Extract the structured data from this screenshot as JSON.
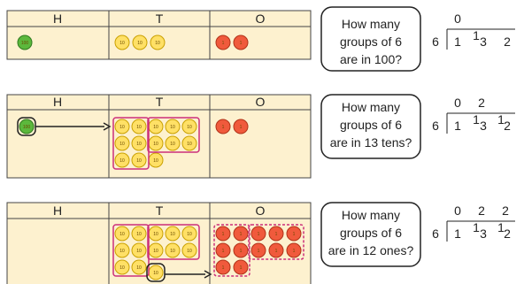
{
  "rows": [
    {
      "headers": [
        "H",
        "T",
        "O"
      ],
      "coins": {
        "hundreds": 1,
        "tens": 3,
        "ones": 2
      },
      "coin_labels": {
        "hundreds": "100",
        "tens": "10",
        "ones": "1"
      },
      "question": [
        "How many",
        "groups of 6",
        "are in 100?"
      ],
      "division": {
        "divisor": "6",
        "dividend": [
          "1",
          "3",
          "2"
        ],
        "carries": [
          "",
          "1",
          ""
        ],
        "quotient": [
          "0",
          "",
          ""
        ]
      }
    },
    {
      "headers": [
        "H",
        "T",
        "O"
      ],
      "question": [
        "How many",
        "groups of 6",
        "are in 13 tens?"
      ],
      "division": {
        "divisor": "6",
        "dividend": [
          "1",
          "3",
          "2"
        ],
        "carries": [
          "",
          "1",
          "1"
        ],
        "quotient": [
          "0",
          "2",
          ""
        ]
      }
    },
    {
      "headers": [
        "H",
        "T",
        "O"
      ],
      "question": [
        "How many",
        "groups of 6",
        "are in 12 ones?"
      ],
      "division": {
        "divisor": "6",
        "dividend": [
          "1",
          "3",
          "2"
        ],
        "carries": [
          "",
          "1",
          "1"
        ],
        "quotient": [
          "0",
          "2",
          "2"
        ]
      }
    }
  ],
  "colors": {
    "table_fill": "#fdf1cf",
    "header_fill": "#fdf1cf",
    "border": "#444444",
    "hundred_coin": "#5cb83c",
    "ten_coin": "#ffe066",
    "one_coin": "#f05a3c",
    "group_outline": "#cc2f7a",
    "arrow": "#222222"
  }
}
